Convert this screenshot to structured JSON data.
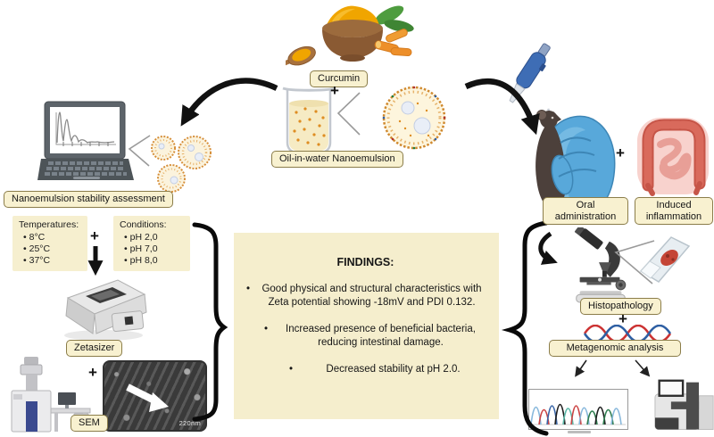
{
  "misc": {
    "plus": "+",
    "bullet": "•"
  },
  "top": {
    "curcumin": "Curcumin",
    "oil_in_water": "Oil-in-water Nanoemulsion"
  },
  "left": {
    "stability": "Nanoemulsion stability assessment",
    "temperatures": {
      "title": "Temperatures:",
      "items": [
        "8°C",
        "25°C",
        "37°C"
      ]
    },
    "conditions": {
      "title": "Conditions:",
      "items": [
        "pH 2,0",
        "pH 7,0",
        "pH 8,0"
      ]
    },
    "zetasizer": "Zetasizer",
    "sem": "SEM",
    "sem_scale": "220nm"
  },
  "findings": {
    "title": "FINDINGS:",
    "bullets": [
      "Good physical and structural characteristics with Zeta potential showing -18mV and PDI 0.132.",
      "Increased presence of beneficial bacteria, reducing intestinal damage.",
      "Decreased stability at pH 2.0."
    ]
  },
  "right": {
    "oral": "Oral administration",
    "induced": "Induced inflammation",
    "histopathology": "Histopathology",
    "metagenomic": "Metagenomic analysis"
  },
  "colors": {
    "label_bg": "#f8f1d0",
    "label_border": "#8b7d4a",
    "findings_bg": "#f5eecd",
    "arrow_black": "#111111",
    "turmeric_yellow": "#f0a500",
    "nanoemulsion_orange": "#d08a2f",
    "glove_blue": "#58a8da",
    "intestine_red": "#c65548"
  }
}
